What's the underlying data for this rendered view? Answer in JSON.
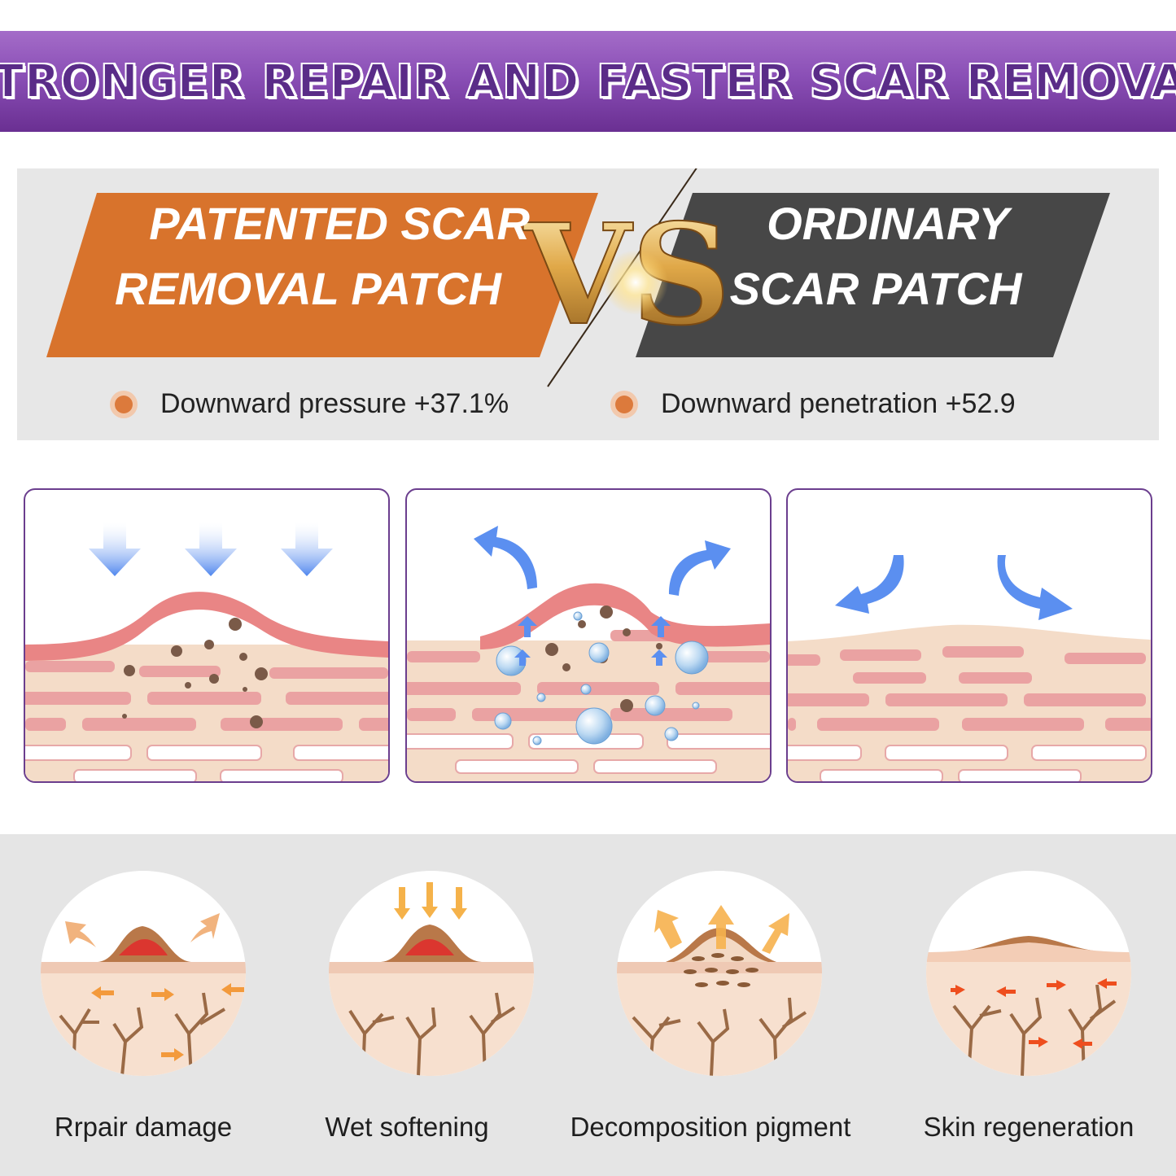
{
  "header": {
    "title": "STRONGER REPAIR AND FASTER SCAR REMOVAL"
  },
  "comparison": {
    "left": {
      "line1": "PATENTED SCAR",
      "line2": "REMOVAL PATCH",
      "stat": "Downward pressure +37.1%",
      "color": "#d8732c"
    },
    "vs_text": "VS",
    "right": {
      "line1": "ORDINARY",
      "line2": "SCAR PATCH",
      "stat": "Downward penetration +52.9",
      "color": "#474747"
    }
  },
  "steps": [
    {
      "label": "Rrpair damage"
    },
    {
      "label": "Wet softening"
    },
    {
      "label": "Decomposition pigment"
    },
    {
      "label": "Skin regeneration"
    }
  ],
  "colors": {
    "accent_purple": "#7a3fa6",
    "arrow_blue": "#5b8ff0",
    "skin": "#f4dcc8",
    "scar": "#e98585"
  }
}
